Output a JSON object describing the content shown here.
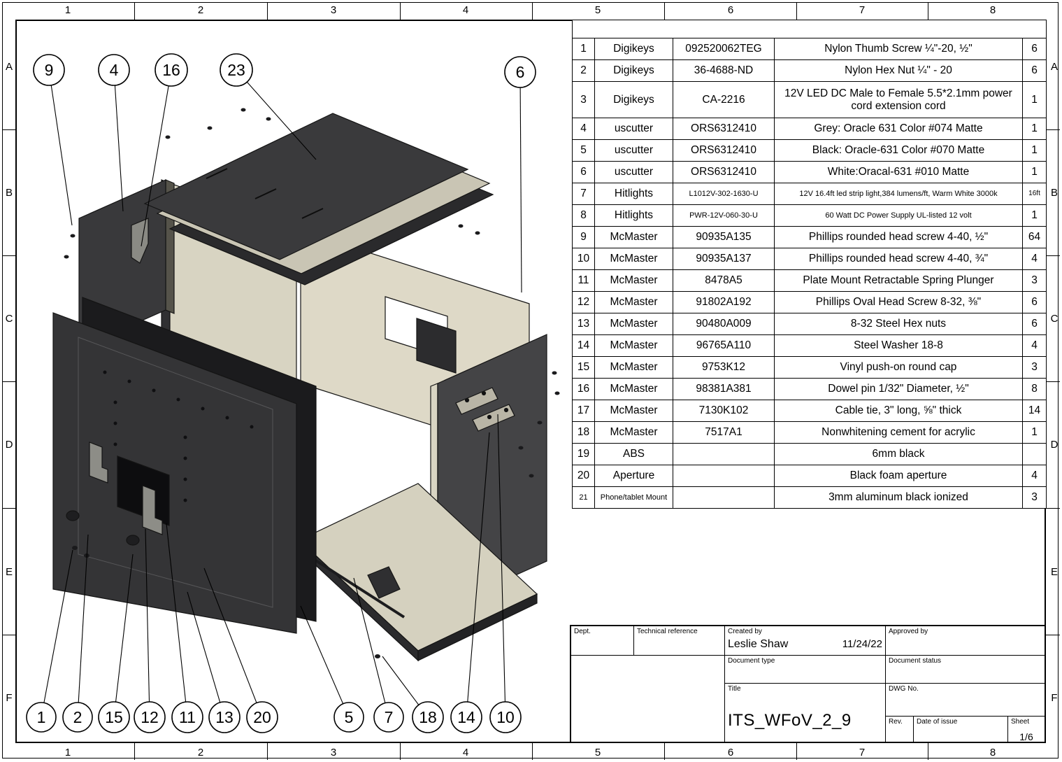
{
  "sheet": {
    "columns": [
      "1",
      "2",
      "3",
      "4",
      "5",
      "6",
      "7",
      "8"
    ],
    "rows": [
      "A",
      "B",
      "C",
      "D",
      "E",
      "F"
    ]
  },
  "colors": {
    "panel_dark": "#343436",
    "panel_black": "#1b1b1d",
    "panel_beige": "#d8d4c2",
    "line": "#141414"
  },
  "balloons": [
    {
      "label": "9"
    },
    {
      "label": "4"
    },
    {
      "label": "16"
    },
    {
      "label": "23"
    },
    {
      "label": "6"
    },
    {
      "label": "1"
    },
    {
      "label": "2"
    },
    {
      "label": "15"
    },
    {
      "label": "12"
    },
    {
      "label": "11"
    },
    {
      "label": "13"
    },
    {
      "label": "20"
    },
    {
      "label": "5"
    },
    {
      "label": "7"
    },
    {
      "label": "18"
    },
    {
      "label": "14"
    },
    {
      "label": "10"
    }
  ],
  "bom": {
    "rows": [
      {
        "no": "1",
        "vendor": "Digikeys",
        "part": "092520062TEG",
        "desc": "Nylon Thumb Screw ¼\"-20, ½\"",
        "qty": "6"
      },
      {
        "no": "2",
        "vendor": "Digikeys",
        "part": "36-4688-ND",
        "desc": "Nylon Hex Nut ¼\" - 20",
        "qty": "6"
      },
      {
        "no": "3",
        "vendor": "Digikeys",
        "part": "CA-2216",
        "desc": "12V LED DC Male to Female 5.5*2.1mm power cord extension cord",
        "qty": "1"
      },
      {
        "no": "4",
        "vendor": "uscutter",
        "part": "ORS6312410",
        "desc": "Grey: Oracle 631 Color #074 Matte",
        "qty": "1"
      },
      {
        "no": "5",
        "vendor": "uscutter",
        "part": "ORS6312410",
        "desc": "Black: Oracle-631 Color #070 Matte",
        "qty": "1"
      },
      {
        "no": "6",
        "vendor": "uscutter",
        "part": "ORS6312410",
        "desc": "White:Oracal-631 #010 Matte",
        "qty": "1"
      },
      {
        "no": "7",
        "vendor": "Hitlights",
        "part": "L1012V-302-1630-U",
        "desc": "12V 16.4ft led strip light,384 lumens/ft, Warm White 3000k",
        "qty": "16ft"
      },
      {
        "no": "8",
        "vendor": "Hitlights",
        "part": "PWR-12V-060-30-U",
        "desc": "60 Watt DC Power Supply UL-listed 12 volt",
        "qty": "1"
      },
      {
        "no": "9",
        "vendor": "McMaster",
        "part": "90935A135",
        "desc": "Phillips rounded head screw 4-40, ½\"",
        "qty": "64"
      },
      {
        "no": "10",
        "vendor": "McMaster",
        "part": "90935A137",
        "desc": "Phillips rounded head screw 4-40, ¾\"",
        "qty": "4"
      },
      {
        "no": "11",
        "vendor": "McMaster",
        "part": "8478A5",
        "desc": "Plate Mount Retractable Spring Plunger",
        "qty": "3"
      },
      {
        "no": "12",
        "vendor": "McMaster",
        "part": "91802A192",
        "desc": "Phillips Oval Head Screw 8-32, ⅜\"",
        "qty": "6"
      },
      {
        "no": "13",
        "vendor": "McMaster",
        "part": "90480A009",
        "desc": "8-32 Steel Hex nuts",
        "qty": "6"
      },
      {
        "no": "14",
        "vendor": "McMaster",
        "part": "96765A110",
        "desc": "Steel Washer 18-8",
        "qty": "4"
      },
      {
        "no": "15",
        "vendor": "McMaster",
        "part": "9753K12",
        "desc": "Vinyl push-on round cap",
        "qty": "3"
      },
      {
        "no": "16",
        "vendor": "McMaster",
        "part": "98381A381",
        "desc": "Dowel pin 1/32\" Diameter, ½\"",
        "qty": "8"
      },
      {
        "no": "17",
        "vendor": "McMaster",
        "part": "7130K102",
        "desc": "Cable tie, 3\" long, ⅝\" thick",
        "qty": "14"
      },
      {
        "no": "18",
        "vendor": "McMaster",
        "part": "7517A1",
        "desc": "Nonwhitening cement for acrylic",
        "qty": "1"
      },
      {
        "no": "19",
        "vendor": "ABS",
        "part": "",
        "desc": "6mm black",
        "qty": ""
      },
      {
        "no": "20",
        "vendor": "Aperture",
        "part": "",
        "desc": "Black foam aperture",
        "qty": "4"
      },
      {
        "no": "21",
        "vendor": "Phone/tablet Mount",
        "part": "",
        "desc": "3mm aluminum black ionized",
        "qty": "3"
      }
    ]
  },
  "title_block": {
    "dept_label": "Dept.",
    "technical_reference_label": "Technical reference",
    "created_by_label": "Created by",
    "created_by": "Leslie Shaw",
    "created_date": "11/24/22",
    "approved_by_label": "Approved by",
    "document_type_label": "Document type",
    "document_status_label": "Document status",
    "title_label": "Title",
    "title": "ITS_WFoV_2_9",
    "dwg_no_label": "DWG No.",
    "rev_label": "Rev.",
    "date_of_issue_label": "Date of issue",
    "sheet_label": "Sheet",
    "sheet_number": "1/6"
  }
}
